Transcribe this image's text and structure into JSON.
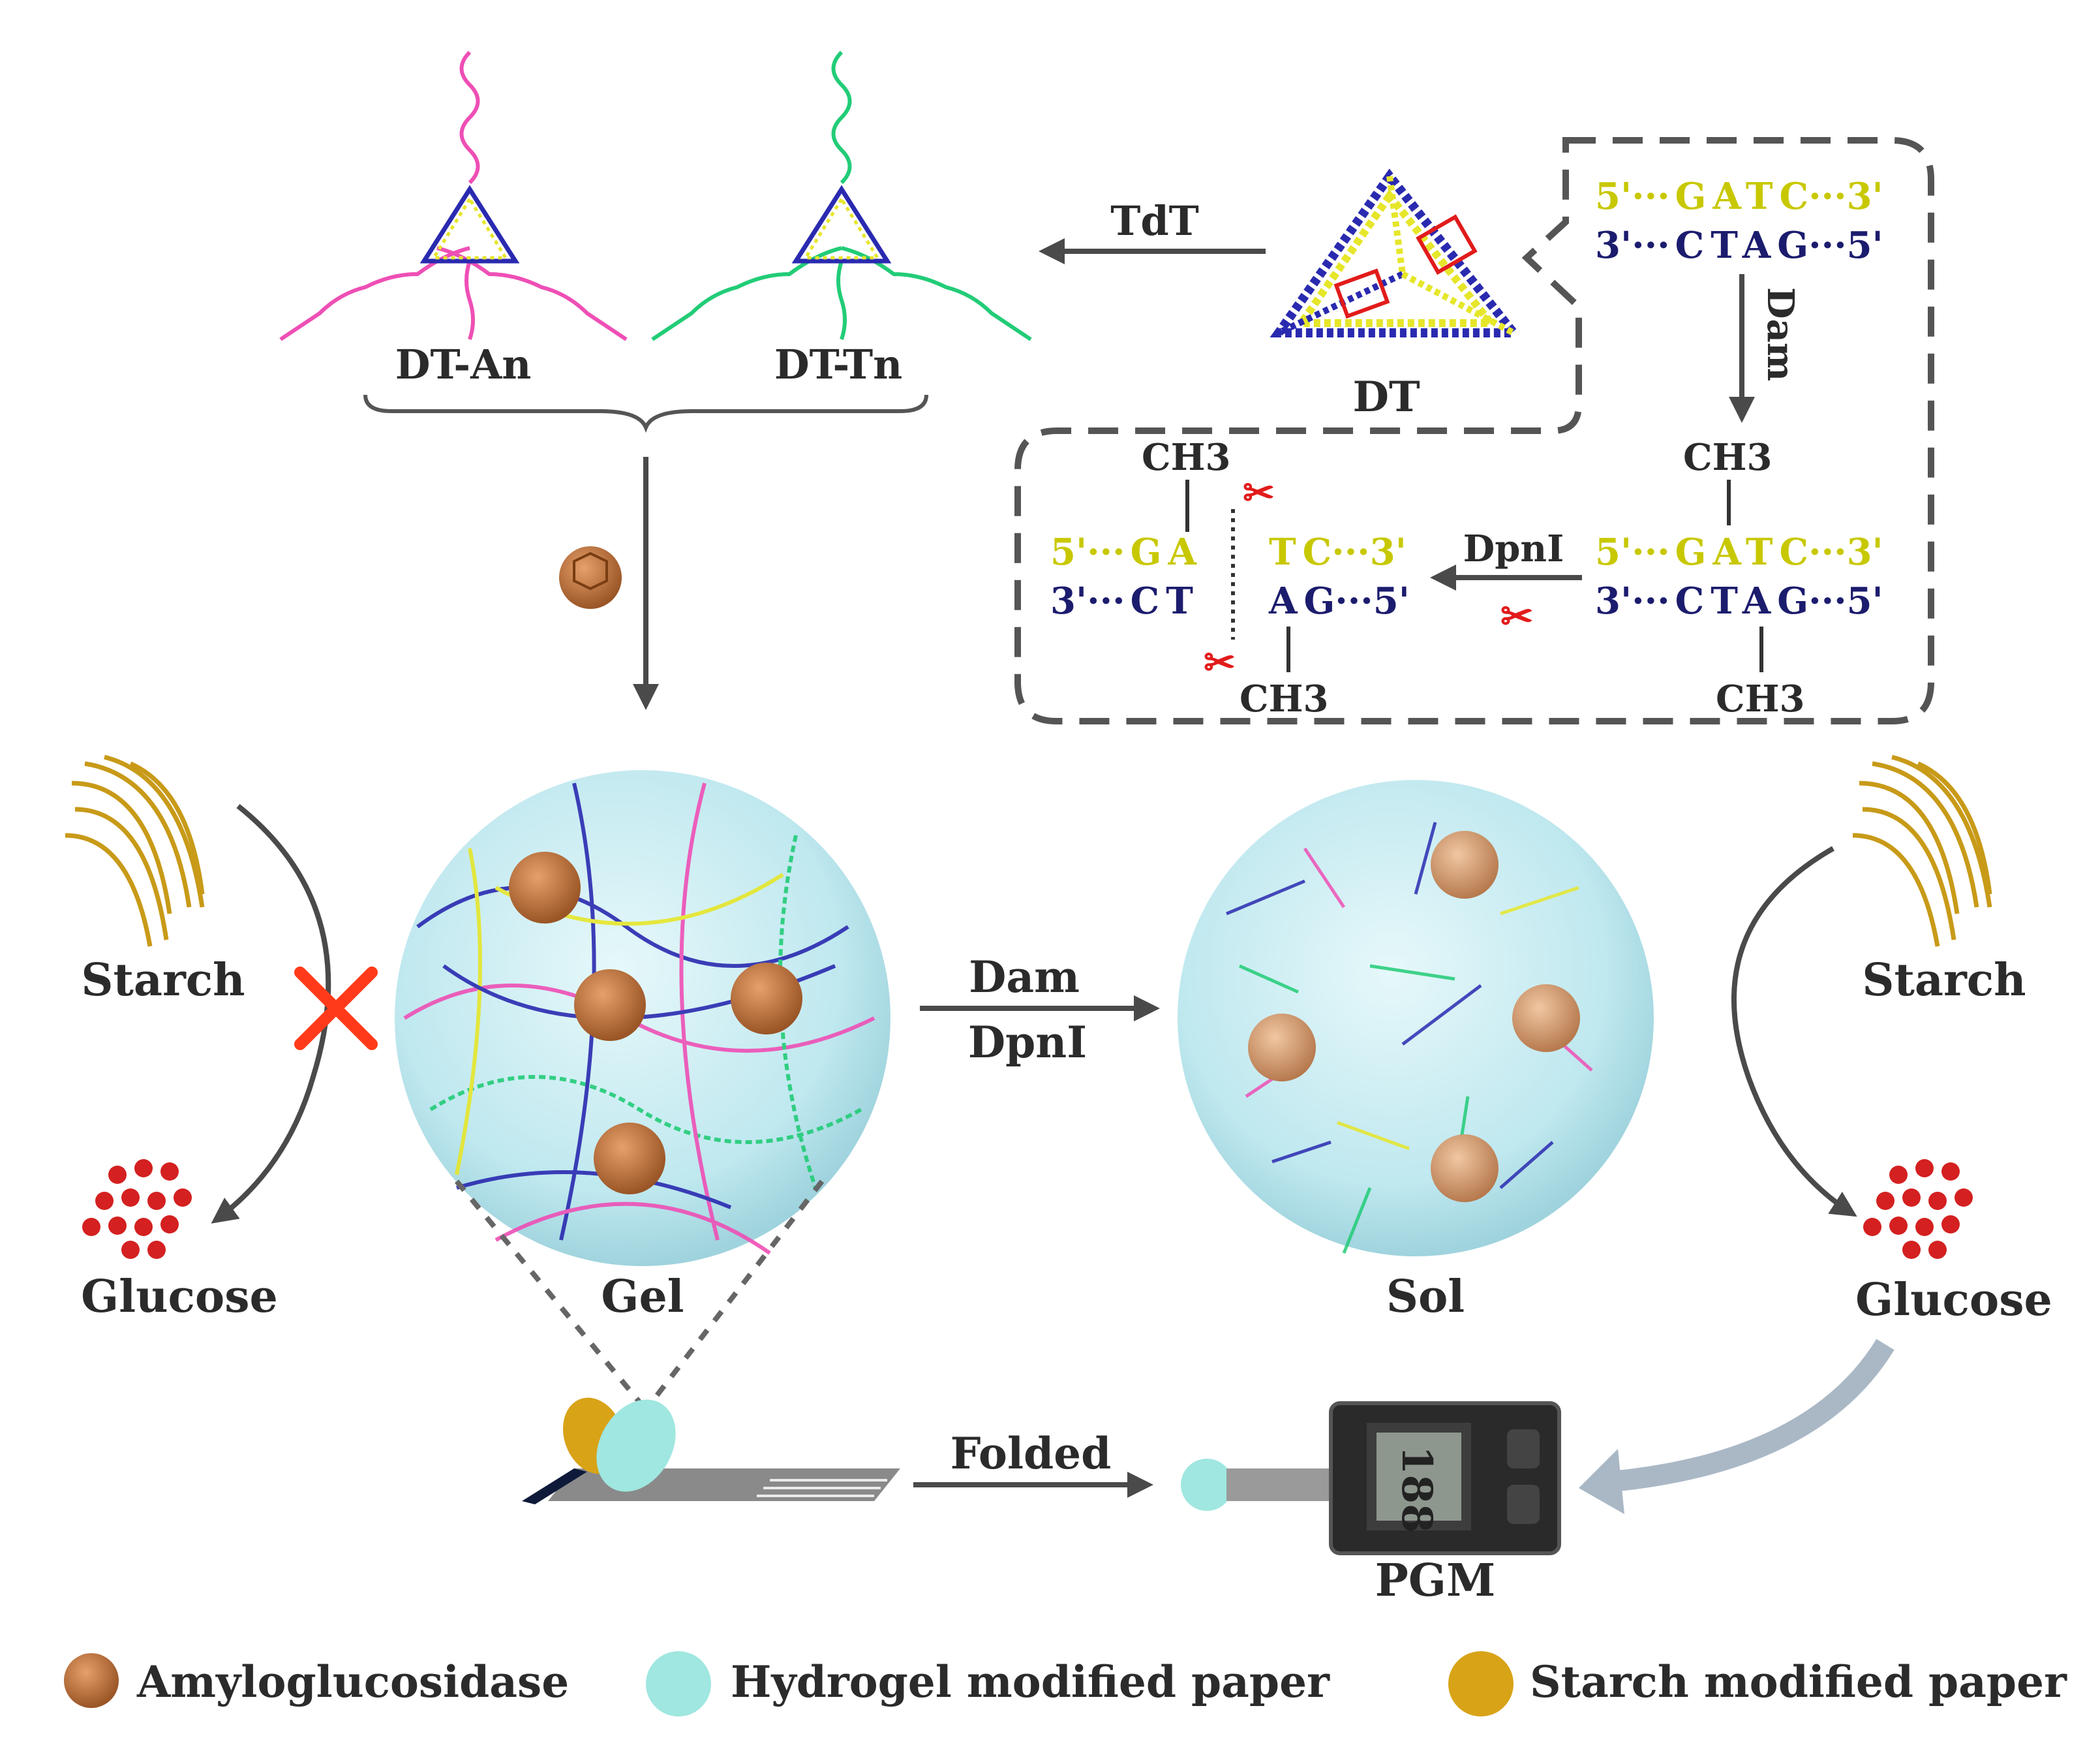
{
  "top": {
    "dt_an_label": "DT-An",
    "dt_tn_label": "DT-Tn",
    "dt_label": "DT",
    "tdt_label": "TdT"
  },
  "inset": {
    "dam_label": "Dam",
    "dpni_label": "DpnI",
    "ch3_label": "CH3",
    "right_top": {
      "five": "5'···",
      "g": "G",
      "a": "A",
      "t": "T",
      "c": "C",
      "three": "···3'"
    },
    "right_bottom": {
      "three": "3'···",
      "c": "C",
      "t": "T",
      "a": "A",
      "g": "G",
      "five": "···5'"
    },
    "left_top_a": {
      "five": "5'···",
      "g": "G",
      "a": "A"
    },
    "left_top_b": {
      "t": "T",
      "c": "C",
      "three": "···3'"
    },
    "left_bottom_a": {
      "three": "3'···",
      "c": "C",
      "t": "T"
    },
    "left_bottom_b": {
      "a": "A",
      "g": "G",
      "five": "···5'"
    }
  },
  "middle": {
    "starch_label": "Starch",
    "glucose_label": "Glucose",
    "gel_label": "Gel",
    "sol_label": "Sol",
    "dam_label": "Dam",
    "dpni_label": "DpnI"
  },
  "bottom": {
    "folded_label": "Folded",
    "pgm_label": "PGM",
    "pgm_display": "188"
  },
  "legend": {
    "amyloglucosidase": "Amyloglucosidase",
    "hydrogel_paper": "Hydrogel modified paper",
    "starch_paper": "Starch modified paper"
  },
  "colors": {
    "arrow": "#4a4a4a",
    "pink_strand": "#ee4fb5",
    "green_strand": "#22cc77",
    "blue_strand": "#2a2ab0",
    "yellow_strand": "#e6e62a",
    "enzyme": "#c8733a",
    "hydrogel": "#9fe7e0",
    "starch_paper": "#d8a317",
    "gel_fill": "#cdeef3",
    "red_x": "#ff3a1a",
    "glucose": "#d42020"
  }
}
